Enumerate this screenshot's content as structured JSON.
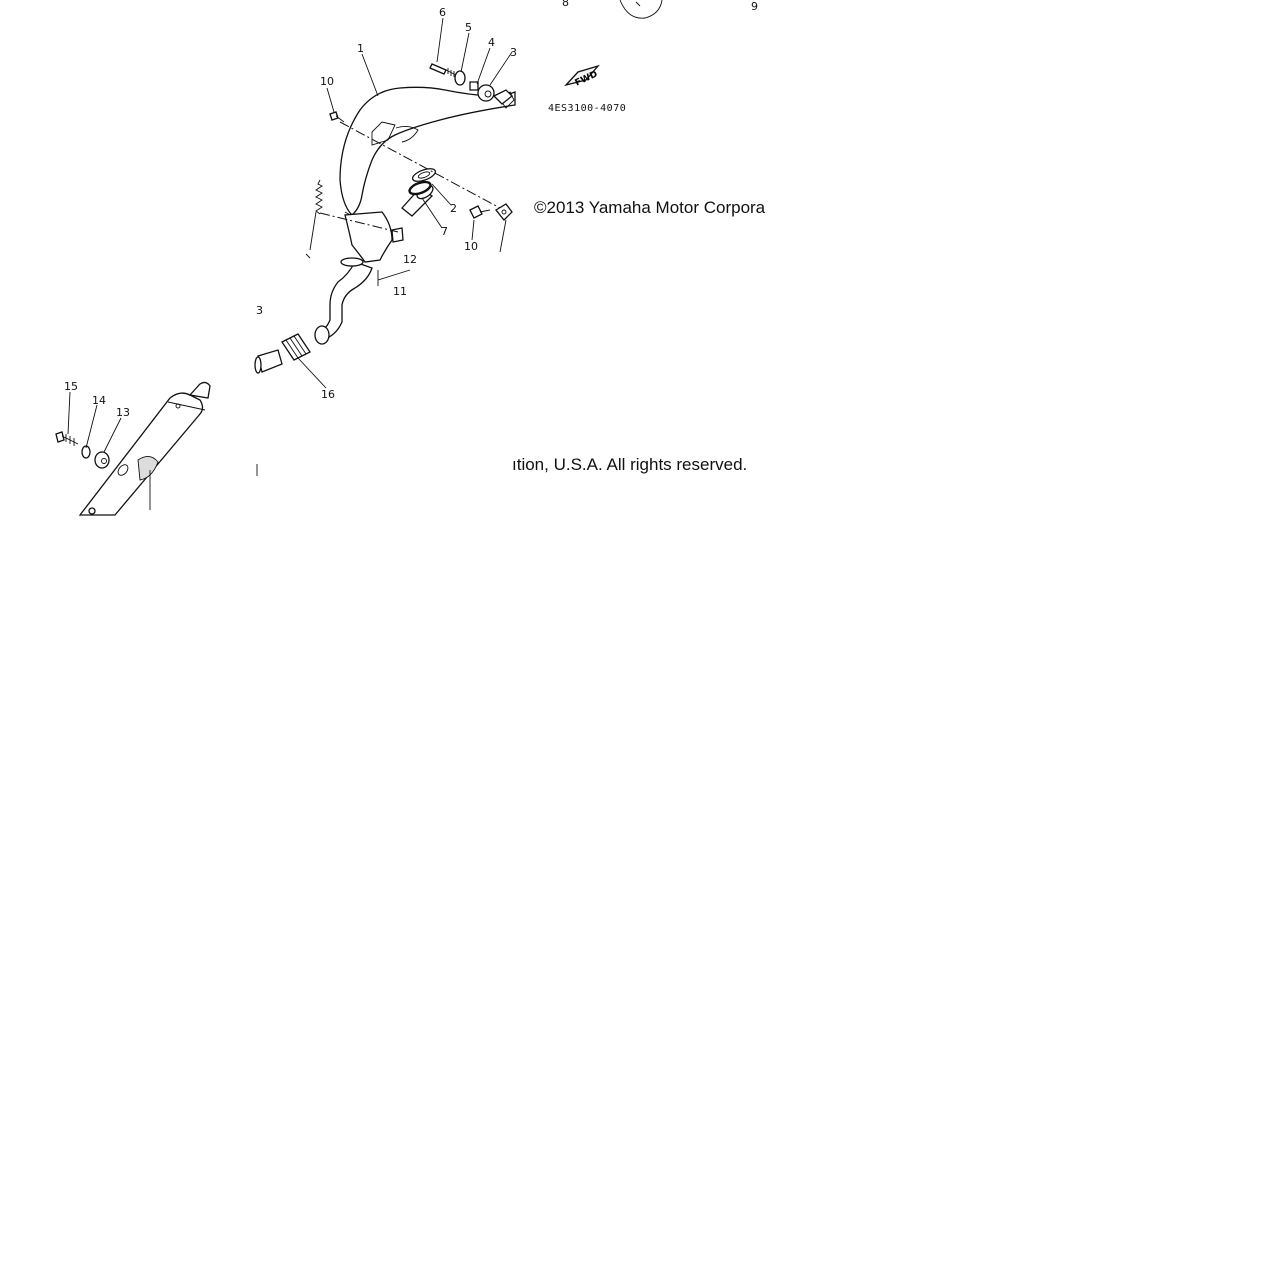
{
  "diagram": {
    "copyright_top": "©2013 Yamaha Motor Corpora",
    "copyright_bottom": "ıtion, U.S.A. All rights reserved.",
    "part_code": "4ES3100-4070",
    "fwd_label": "FWD",
    "callouts": {
      "c1": "1",
      "c2": "2",
      "c3a": "3",
      "c3b": "3",
      "c4": "4",
      "c5": "5",
      "c6": "6",
      "c7": "7",
      "c8": "8",
      "c9": "9",
      "c10a": "10",
      "c10b": "10",
      "c11": "11",
      "c12": "12",
      "c13": "13",
      "c14": "14",
      "c15": "15",
      "c16": "16"
    }
  }
}
